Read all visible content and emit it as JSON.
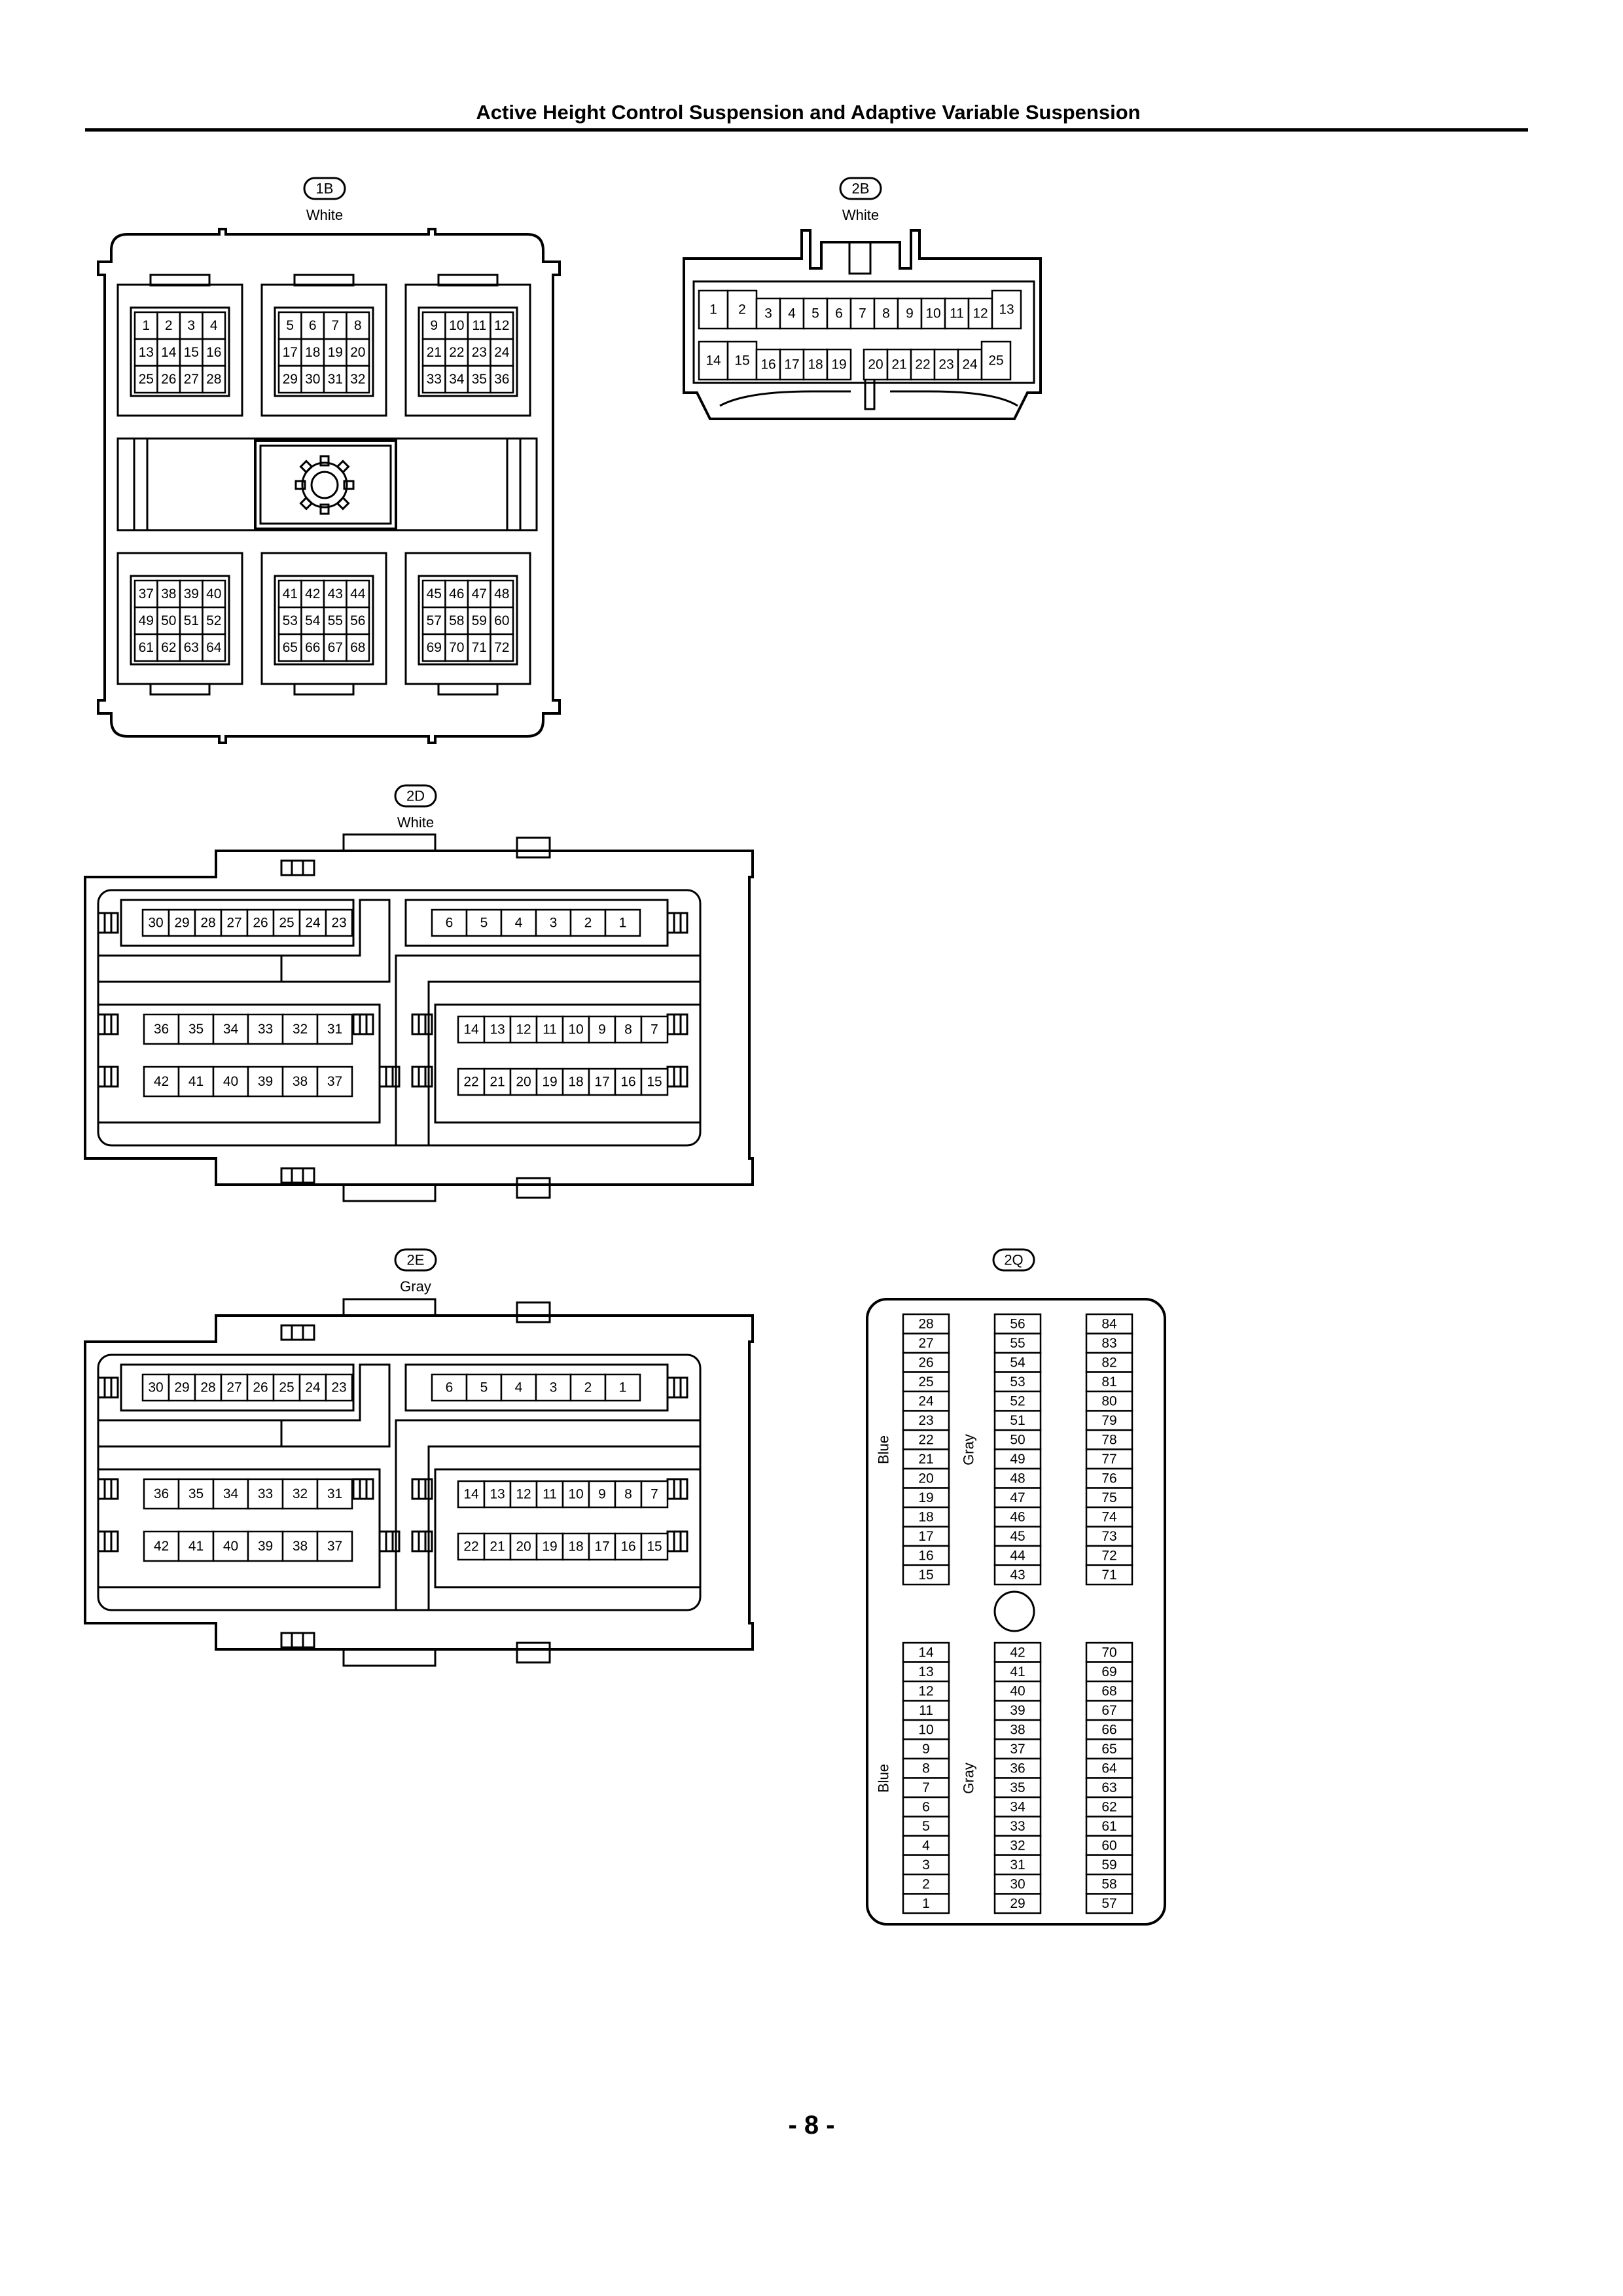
{
  "page": {
    "title": "Active Height Control Suspension and Adaptive Variable Suspension",
    "page_number": "- 8 -"
  },
  "connectors": {
    "1B": {
      "code": "1B",
      "color": "White",
      "upper_blocks": [
        [
          [
            "1",
            "2",
            "3",
            "4"
          ],
          [
            "13",
            "14",
            "15",
            "16"
          ],
          [
            "25",
            "26",
            "27",
            "28"
          ]
        ],
        [
          [
            "5",
            "6",
            "7",
            "8"
          ],
          [
            "17",
            "18",
            "19",
            "20"
          ],
          [
            "29",
            "30",
            "31",
            "32"
          ]
        ],
        [
          [
            "9",
            "10",
            "11",
            "12"
          ],
          [
            "21",
            "22",
            "23",
            "24"
          ],
          [
            "33",
            "34",
            "35",
            "36"
          ]
        ]
      ],
      "lower_blocks": [
        [
          [
            "37",
            "38",
            "39",
            "40"
          ],
          [
            "49",
            "50",
            "51",
            "52"
          ],
          [
            "61",
            "62",
            "63",
            "64"
          ]
        ],
        [
          [
            "41",
            "42",
            "43",
            "44"
          ],
          [
            "53",
            "54",
            "55",
            "56"
          ],
          [
            "65",
            "66",
            "67",
            "68"
          ]
        ],
        [
          [
            "45",
            "46",
            "47",
            "48"
          ],
          [
            "57",
            "58",
            "59",
            "60"
          ],
          [
            "69",
            "70",
            "71",
            "72"
          ]
        ]
      ]
    },
    "2B": {
      "code": "2B",
      "color": "White",
      "top_row": [
        "1",
        "2",
        "3",
        "4",
        "5",
        "6",
        "7",
        "8",
        "9",
        "10",
        "11",
        "12",
        "13"
      ],
      "bottom_row": [
        "14",
        "15",
        "16",
        "17",
        "18",
        "19",
        "20",
        "21",
        "22",
        "23",
        "24",
        "25"
      ]
    },
    "2D": {
      "code": "2D",
      "color": "White",
      "top_left": [
        "30",
        "29",
        "28",
        "27",
        "26",
        "25",
        "24",
        "23"
      ],
      "top_right": [
        "6",
        "5",
        "4",
        "3",
        "2",
        "1"
      ],
      "mid_left": [
        "36",
        "35",
        "34",
        "33",
        "32",
        "31"
      ],
      "mid_right": [
        "14",
        "13",
        "12",
        "11",
        "10",
        "9",
        "8",
        "7"
      ],
      "bot_left": [
        "42",
        "41",
        "40",
        "39",
        "38",
        "37"
      ],
      "bot_right": [
        "22",
        "21",
        "20",
        "19",
        "18",
        "17",
        "16",
        "15"
      ]
    },
    "2E": {
      "code": "2E",
      "color": "Gray",
      "top_left": [
        "30",
        "29",
        "28",
        "27",
        "26",
        "25",
        "24",
        "23"
      ],
      "top_right": [
        "6",
        "5",
        "4",
        "3",
        "2",
        "1"
      ],
      "mid_left": [
        "36",
        "35",
        "34",
        "33",
        "32",
        "31"
      ],
      "mid_right": [
        "14",
        "13",
        "12",
        "11",
        "10",
        "9",
        "8",
        "7"
      ],
      "bot_left": [
        "42",
        "41",
        "40",
        "39",
        "38",
        "37"
      ],
      "bot_right": [
        "22",
        "21",
        "20",
        "19",
        "18",
        "17",
        "16",
        "15"
      ]
    },
    "2Q": {
      "code": "2Q",
      "upper": {
        "col1": [
          "28",
          "27",
          "26",
          "25",
          "24",
          "23",
          "22",
          "21",
          "20",
          "19",
          "18",
          "17",
          "16",
          "15"
        ],
        "col2": [
          "56",
          "55",
          "54",
          "53",
          "52",
          "51",
          "50",
          "49",
          "48",
          "47",
          "46",
          "45",
          "44",
          "43"
        ],
        "col3": [
          "84",
          "83",
          "82",
          "81",
          "80",
          "79",
          "78",
          "77",
          "76",
          "75",
          "74",
          "73",
          "72",
          "71"
        ],
        "label1": "Blue",
        "label2": "Gray"
      },
      "lower": {
        "col1": [
          "14",
          "13",
          "12",
          "11",
          "10",
          "9",
          "8",
          "7",
          "6",
          "5",
          "4",
          "3",
          "2",
          "1"
        ],
        "col2": [
          "42",
          "41",
          "40",
          "39",
          "38",
          "37",
          "36",
          "35",
          "34",
          "33",
          "32",
          "31",
          "30",
          "29"
        ],
        "col3": [
          "70",
          "69",
          "68",
          "67",
          "66",
          "65",
          "64",
          "63",
          "62",
          "61",
          "60",
          "59",
          "58",
          "57"
        ],
        "label1": "Blue",
        "label2": "Gray"
      }
    }
  }
}
